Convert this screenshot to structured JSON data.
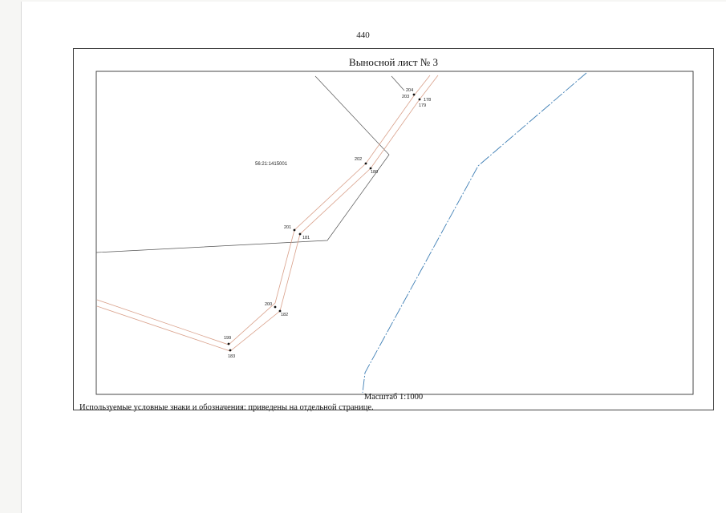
{
  "page_number": "440",
  "sheet_title": "Выносной лист № 3",
  "scale_text": "Масштаб 1:1000",
  "legend_note": "Используемые условные знаки и обозначения: приведены на отдельной странице.",
  "parcel": {
    "cadastral_number": "56:21:1415001"
  },
  "points": [
    "204",
    "203",
    "178",
    "179",
    "202",
    "180",
    "201",
    "181",
    "200",
    "182",
    "199",
    "183"
  ],
  "colors": {
    "strip_line": "#d9a08a",
    "boundary_line": "#555555",
    "waterway": "#3f7fb5",
    "point_marker": "#111111"
  }
}
